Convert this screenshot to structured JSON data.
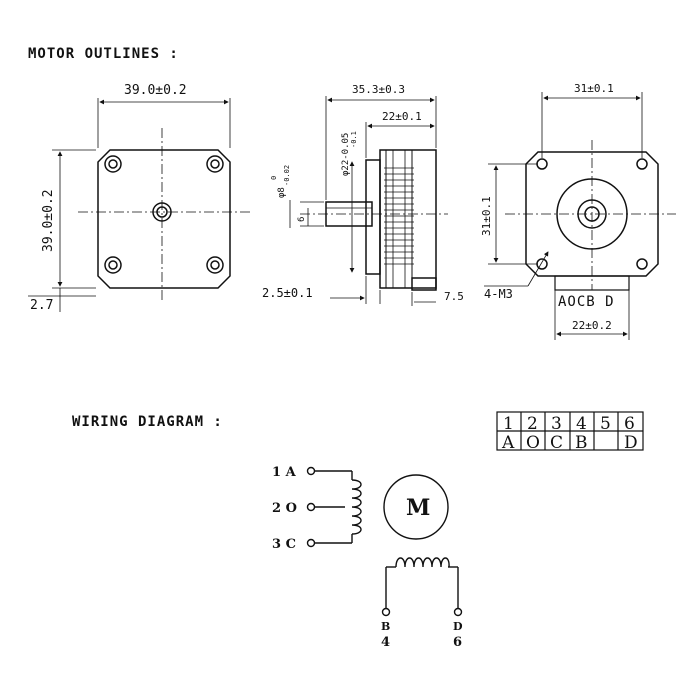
{
  "headings": {
    "motor_outlines": "MOTOR OUTLINES :",
    "wiring_diagram": "WIRING DIAGRAM :"
  },
  "front_view": {
    "width_dim": "39.0±0.2",
    "height_dim": "39.0±0.2",
    "bottom_dim": "2.7"
  },
  "side_view": {
    "overall_length_dim": "35.3±0.3",
    "body_dim": "22±0.1",
    "boss_dia_dim": "φ22-0.05",
    "boss_tol_bottom": "-0.1",
    "shaft_dia_dim": "φ8",
    "shaft_tol_top": "0",
    "shaft_tol_bottom": "-0.02",
    "flat_dim": "6",
    "shaft_offset_dim": "2.5±0.1",
    "connector_dim": "7.5"
  },
  "back_view": {
    "hole_spacing_top": "31±0.1",
    "hole_spacing_side": "31±0.1",
    "screw_label": "4-M3",
    "connector_pins": "AOCB D",
    "connector_width_dim": "22±0.2"
  },
  "pin_table": {
    "numbers": [
      "1",
      "2",
      "3",
      "4",
      "5",
      "6"
    ],
    "letters": [
      "A",
      "O",
      "C",
      "B",
      "",
      "D"
    ]
  },
  "wiring": {
    "motor_label": "M",
    "lead_1": "1 A",
    "lead_2": "2 O",
    "lead_3": "3 C",
    "lead_b_letter": "B",
    "lead_b_number": "4",
    "lead_d_letter": "D",
    "lead_d_number": "6"
  }
}
